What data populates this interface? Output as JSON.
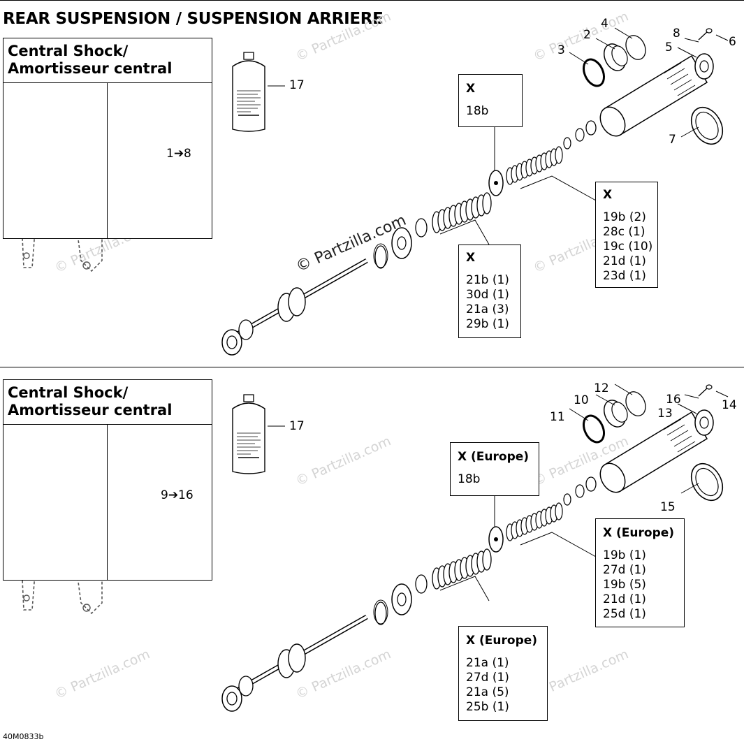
{
  "title": "REAR SUSPENSION / SUSPENSION ARRIERE",
  "footer_code": "40M0833b",
  "watermark": "© Partzilla.com",
  "watermark_center": "© Partzilla.com",
  "sections": [
    {
      "inset_title_line1": "Central Shock/",
      "inset_title_line2": "Amortisseur central",
      "assembly_ref": "1➔8",
      "bottle_ref": "17",
      "callouts": [
        "2",
        "3",
        "4",
        "5",
        "6",
        "7",
        "8"
      ],
      "kit_top": {
        "title": "X",
        "items": [
          "18b"
        ]
      },
      "kit_right": {
        "title": "X",
        "items": [
          "19b (2)",
          "28c (1)",
          "19c (10)",
          "21d (1)",
          "23d (1)"
        ]
      },
      "kit_bottom": {
        "title": "X",
        "items": [
          "21b (1)",
          "30d (1)",
          "21a (3)",
          "29b (1)"
        ]
      }
    },
    {
      "inset_title_line1": "Central Shock/",
      "inset_title_line2": "Amortisseur central",
      "assembly_ref": "9➔16",
      "bottle_ref": "17",
      "callouts": [
        "10",
        "11",
        "12",
        "13",
        "14",
        "15",
        "16"
      ],
      "kit_top": {
        "title": "X (Europe)",
        "items": [
          "18b"
        ]
      },
      "kit_right": {
        "title": "X (Europe)",
        "items": [
          "19b (1)",
          "27d (1)",
          "19b (5)",
          "21d (1)",
          "25d (1)"
        ]
      },
      "kit_bottom": {
        "title": "X (Europe)",
        "items": [
          "21a (1)",
          "27d (1)",
          "21a (5)",
          "25b (1)"
        ]
      }
    }
  ]
}
